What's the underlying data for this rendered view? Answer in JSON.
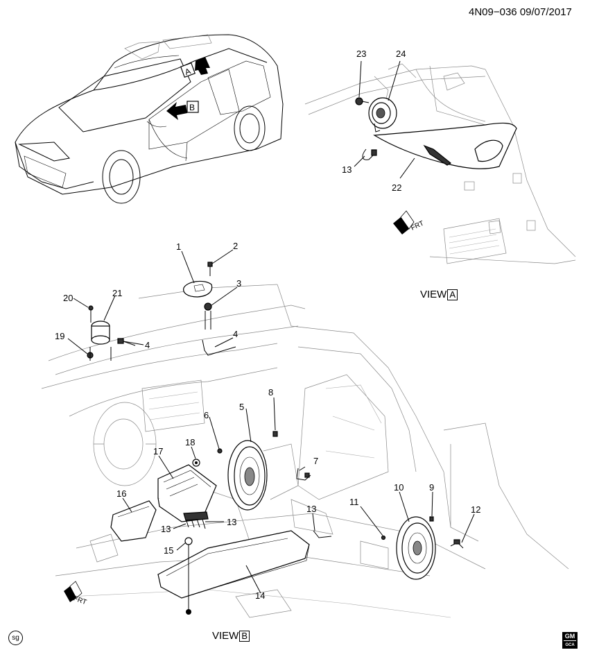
{
  "header": {
    "drawing_id": "4N09−036 09/07/2017"
  },
  "views": {
    "view_a": {
      "word": "VIEW",
      "letter": "A"
    },
    "view_b": {
      "word": "VIEW",
      "letter": "B"
    }
  },
  "vehicle": {
    "arrow_a": "A",
    "arrow_b": "B"
  },
  "frt": "FRT",
  "callouts": {
    "c1": "1",
    "c2": "2",
    "c3": "3",
    "c4a": "4",
    "c4b": "4",
    "c5": "5",
    "c6": "6",
    "c7": "7",
    "c8": "8",
    "c9": "9",
    "c10": "10",
    "c11": "11",
    "c12": "12",
    "c13a": "13",
    "c13b": "13",
    "c13c": "13",
    "c13d": "13",
    "c14": "14",
    "c15": "15",
    "c16": "16",
    "c17": "17",
    "c18": "18",
    "c19": "19",
    "c20": "20",
    "c21": "21",
    "c22": "22",
    "c23": "23",
    "c24": "24"
  },
  "footer": {
    "sg_mark": "sg",
    "gm_top": "GM",
    "gm_bottom": "GCA"
  }
}
